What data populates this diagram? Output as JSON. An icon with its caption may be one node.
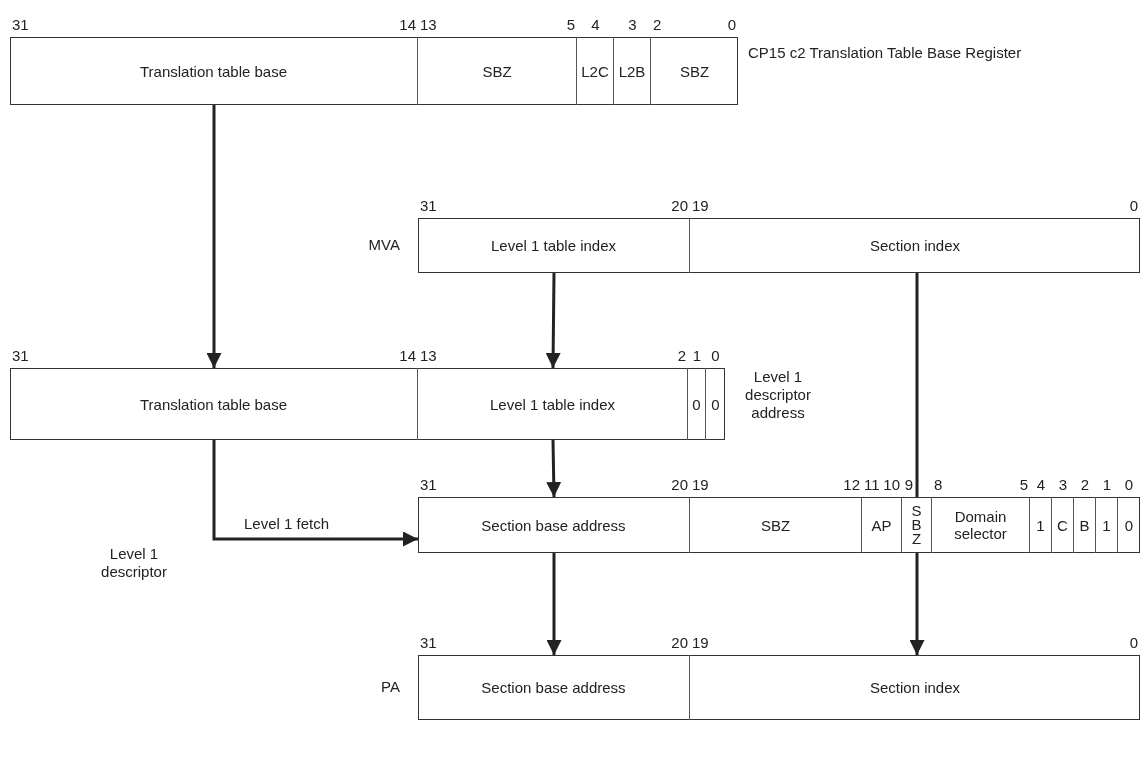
{
  "diagram": {
    "nodes": [
      {
        "text": [
          "CP15 c2 Translation Table Base Register"
        ]
      },
      {
        "text": [
          "Translation table base"
        ],
        "in": 0,
        "beside": [
          "31",
          "14"
        ]
      },
      {
        "text": [
          "SBZ"
        ],
        "in": 0,
        "beside": [
          "13",
          "5"
        ]
      },
      {
        "text": [
          "L2C"
        ],
        "in": 0,
        "beside": [
          "4"
        ]
      },
      {
        "text": [
          "L2B"
        ],
        "in": 0,
        "beside": [
          "3"
        ]
      },
      {
        "text": [
          "SBZ"
        ],
        "in": 0,
        "beside": [
          "2",
          "0"
        ]
      },
      {
        "text": [
          "MVA"
        ]
      },
      {
        "text": [
          "Level 1 table index"
        ],
        "in": 6,
        "beside": [
          "31",
          "20"
        ]
      },
      {
        "text": [
          "Section index"
        ],
        "in": 6,
        "beside": [
          "19",
          "0"
        ]
      },
      {
        "text": [
          "Level 1 descriptor address"
        ]
      },
      {
        "text": [
          "Translation table base"
        ],
        "in": 9,
        "beside": [
          "31",
          "14"
        ]
      },
      {
        "text": [
          "Level 1 table index"
        ],
        "in": 9,
        "beside": [
          "13",
          "2"
        ]
      },
      {
        "text": [
          "0"
        ],
        "in": 9,
        "beside": [
          "1"
        ]
      },
      {
        "text": [
          "0"
        ],
        "in": 9,
        "beside": [
          "0"
        ]
      },
      {
        "text": [],
        "shape": "box"
      },
      {
        "text": [
          "Section base address"
        ],
        "in": 14,
        "beside": [
          "31",
          "20"
        ]
      },
      {
        "text": [
          "SBZ"
        ],
        "in": 14,
        "beside": [
          "19",
          "12"
        ]
      },
      {
        "text": [
          "AP"
        ],
        "in": 14,
        "beside": [
          "11",
          "10"
        ]
      },
      {
        "text": [
          "SBZ"
        ],
        "in": 14,
        "beside": [
          "9"
        ]
      },
      {
        "text": [
          "Domain selector"
        ],
        "in": 14,
        "beside": [
          "8",
          "5"
        ]
      },
      {
        "text": [
          "1"
        ],
        "in": 14,
        "beside": [
          "4"
        ]
      },
      {
        "text": [
          "C"
        ],
        "in": 14,
        "beside": [
          "3"
        ]
      },
      {
        "text": [
          "B"
        ],
        "in": 14,
        "beside": [
          "2"
        ]
      },
      {
        "text": [
          "1"
        ],
        "in": 14,
        "beside": [
          "1"
        ]
      },
      {
        "text": [
          "0"
        ],
        "in": 14,
        "beside": [
          "0"
        ]
      },
      {
        "text": [
          "PA"
        ]
      },
      {
        "text": [
          "Section base address"
        ],
        "in": 25,
        "beside": [
          "31",
          "20"
        ]
      },
      {
        "text": [
          "Section index"
        ],
        "in": 25,
        "beside": [
          "19",
          "0"
        ]
      }
    ],
    "edges": [
      {
        "from": 1,
        "to": 10,
        "arrow": "to"
      },
      {
        "from": 7,
        "to": 11,
        "arrow": "to"
      },
      {
        "from": 8,
        "to": 18,
        "arrow": "none"
      },
      {
        "from": 18,
        "to": 27,
        "arrow": "to"
      },
      {
        "from": 11,
        "to": 15,
        "arrow": "to"
      },
      {
        "from": 10,
        "to": 15,
        "arrow": "to",
        "label": "Level 1 fetch"
      },
      {
        "from": 15,
        "to": 26,
        "arrow": "to"
      }
    ],
    "labels": [
      "Level 1 descriptor"
    ]
  }
}
